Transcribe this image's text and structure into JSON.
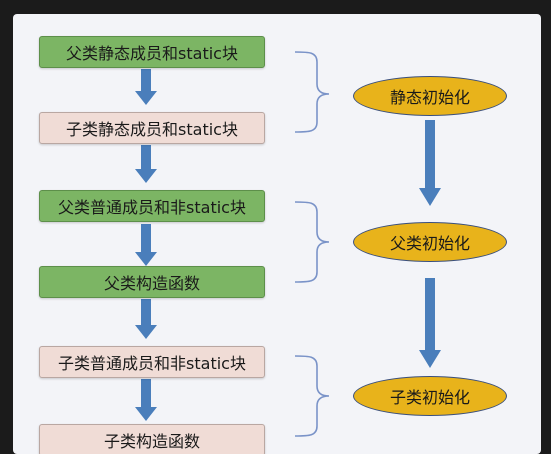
{
  "steps": [
    {
      "label": "父类静态成员和static块",
      "type": "parent"
    },
    {
      "label": "子类静态成员和static块",
      "type": "child"
    },
    {
      "label": "父类普通成员和非static块",
      "type": "parent"
    },
    {
      "label": "父类构造函数",
      "type": "parent"
    },
    {
      "label": "子类普通成员和非static块",
      "type": "child"
    },
    {
      "label": "子类构造函数",
      "type": "child"
    }
  ],
  "phases": [
    {
      "label": "静态初始化"
    },
    {
      "label": "父类初始化"
    },
    {
      "label": "子类初始化"
    }
  ],
  "colors": {
    "parent_fill": "#7cb564",
    "child_fill": "#f0dcd6",
    "oval_fill": "#e8b31b",
    "arrow": "#4a7ebb",
    "bracket": "#7a93c8"
  }
}
